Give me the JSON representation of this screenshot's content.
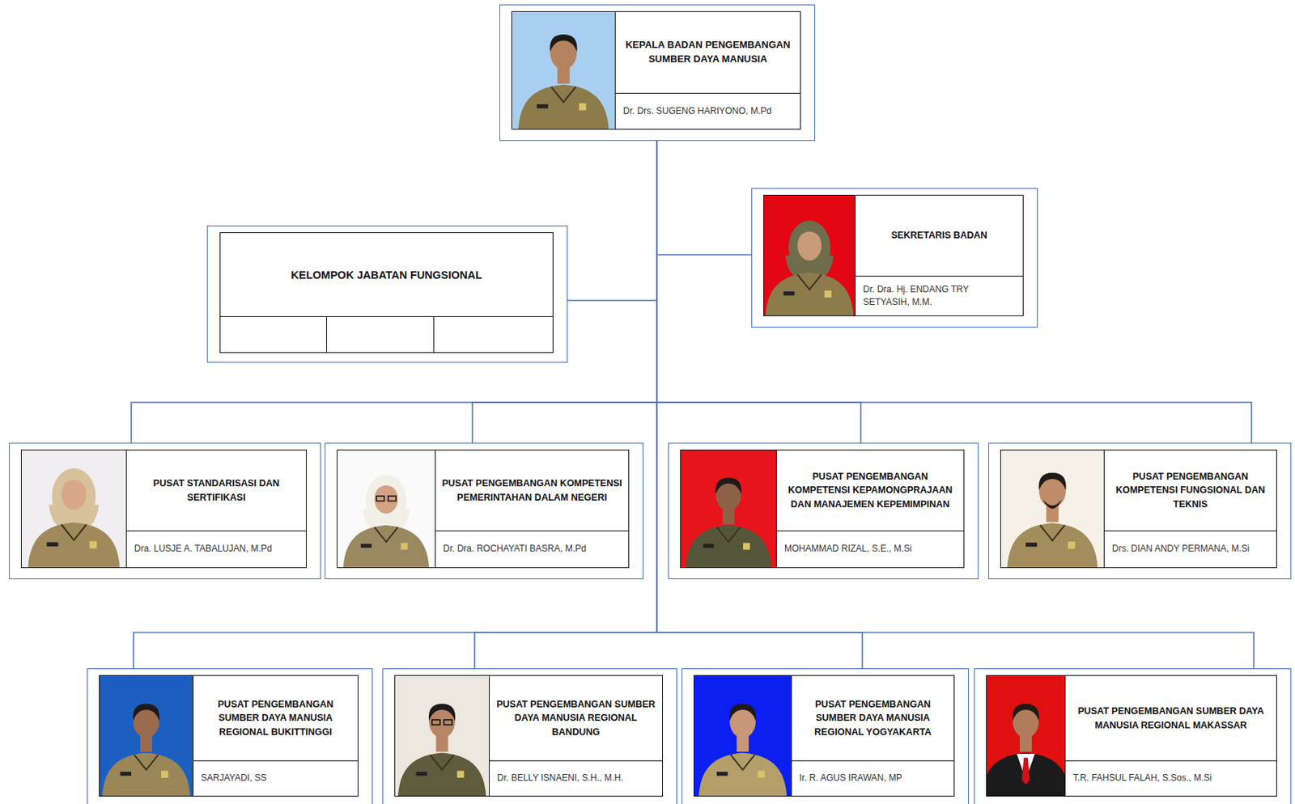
{
  "diagram": {
    "nodes": [
      {
        "text": [
          "KEPALA BADAN PENGEMBANGAN SUMBER DAYA MANUSIA",
          "Dr. Drs. SUGENG HARIYONO, M.Pd"
        ]
      },
      {
        "text": [
          "KELOMPOK JABATAN FUNGSIONAL"
        ]
      },
      {
        "text": [
          "SEKRETARIS BADAN",
          "Dr. Dra. Hj. ENDANG TRY SETYASIH, M.M."
        ]
      },
      {
        "text": [
          "PUSAT STANDARISASI DAN SERTIFIKASI",
          "Dra. LUSJE A. TABALUJAN, M.Pd"
        ]
      },
      {
        "text": [
          "PUSAT PENGEMBANGAN KOMPETENSI PEMERINTAHAN DALAM NEGERI",
          "Dr. Dra. ROCHAYATI BASRA, M.Pd"
        ]
      },
      {
        "text": [
          "PUSAT PENGEMBANGAN KOMPETENSI KEPAMONGPRAJAAN DAN MANAJEMEN KEPEMIMPINAN",
          "MOHAMMAD RIZAL, S.E., M.Si"
        ]
      },
      {
        "text": [
          "PUSAT PENGEMBANGAN KOMPETENSI FUNGSIONAL DAN TEKNIS",
          "Drs. DIAN ANDY PERMANA, M.Si"
        ]
      },
      {
        "text": [
          "PUSAT PENGEMBANGAN SUMBER DAYA MANUSIA REGIONAL BUKITTINGGI",
          "SARJAYADI, SS"
        ]
      },
      {
        "text": [
          "PUSAT PENGEMBANGAN SUMBER DAYA MANUSIA REGIONAL BANDUNG",
          "Dr. BELLY ISNAENI, S.H., M.H."
        ]
      },
      {
        "text": [
          "PUSAT PENGEMBANGAN SUMBER DAYA MANUSIA REGIONAL YOGYAKARTA",
          "Ir. R. AGUS IRAWAN, MP"
        ]
      },
      {
        "text": [
          "PUSAT PENGEMBANGAN SUMBER DAYA MANUSIA REGIONAL MAKASSAR",
          "T.R. FAHSUL FALAH, S.Sos., M.Si"
        ]
      }
    ],
    "edges": [
      {
        "from": 0,
        "to": 1,
        "arrow": "none"
      },
      {
        "from": 0,
        "to": 2,
        "arrow": "none"
      },
      {
        "from": 0,
        "to": 3,
        "arrow": "none"
      },
      {
        "from": 0,
        "to": 4,
        "arrow": "none"
      },
      {
        "from": 0,
        "to": 5,
        "arrow": "none"
      },
      {
        "from": 0,
        "to": 6,
        "arrow": "none"
      },
      {
        "from": 0,
        "to": 7,
        "arrow": "none"
      },
      {
        "from": 0,
        "to": 8,
        "arrow": "none"
      },
      {
        "from": 0,
        "to": 9,
        "arrow": "none"
      },
      {
        "from": 0,
        "to": 10,
        "arrow": "none"
      }
    ]
  }
}
